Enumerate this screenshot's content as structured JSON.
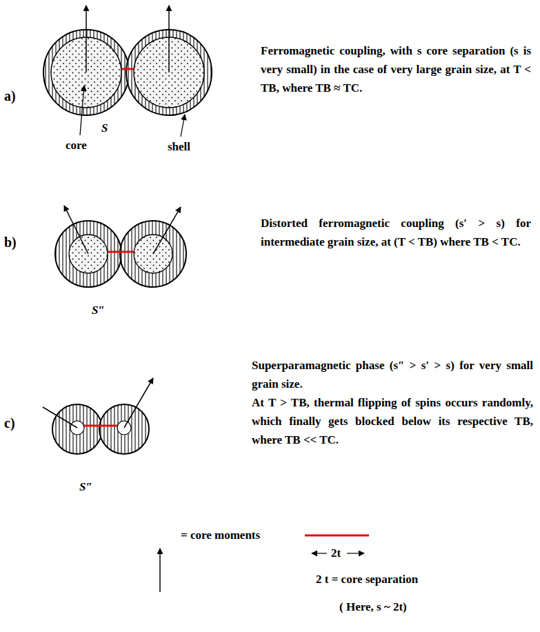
{
  "diagram": {
    "labels": [
      "a)",
      "core",
      "S",
      "shell",
      "Ferromagnetic coupling, with s core separation (s is very small) in the case of very large grain size, at T < TB, where TB ≈ TC.",
      "b)",
      "S″",
      "Distorted ferromagnetic coupling (s′ > s) for intermediate grain size, at (T < TB) where TB < TC.",
      "c)",
      "S″",
      "Superparamagnetic phase (s″ > s′ > s) for very small grain size.",
      "At T > TB, thermal flipping of spins occurs randomly, which finally gets blocked below its respective TB, where TB << TC.",
      "2t",
      "( Here, s ~ 2t)"
    ],
    "legend": [
      {
        "text": "= core moments"
      },
      {
        "text": "2 t = core separation"
      }
    ]
  }
}
